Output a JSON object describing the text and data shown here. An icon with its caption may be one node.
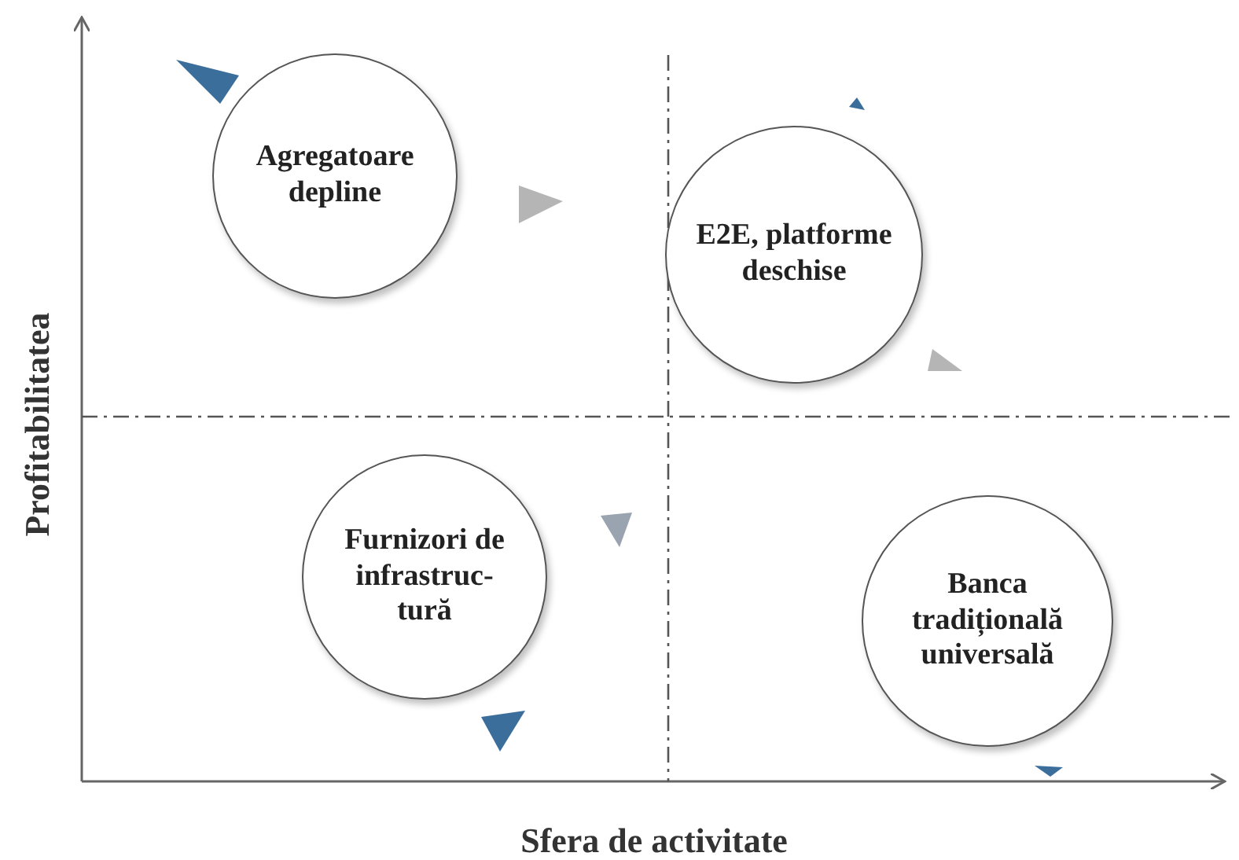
{
  "diagram": {
    "nodes": [
      {
        "text": [
          "Agregatoare depline"
        ]
      },
      {
        "text": [
          "E2E, platforme deschise"
        ]
      },
      {
        "text": [
          "Furnizori de infrastruc-tură"
        ]
      },
      {
        "text": [
          "Banca tradițională universală"
        ]
      }
    ],
    "labels": [
      "Profitabilitatea",
      "Sfera de activitate"
    ]
  }
}
